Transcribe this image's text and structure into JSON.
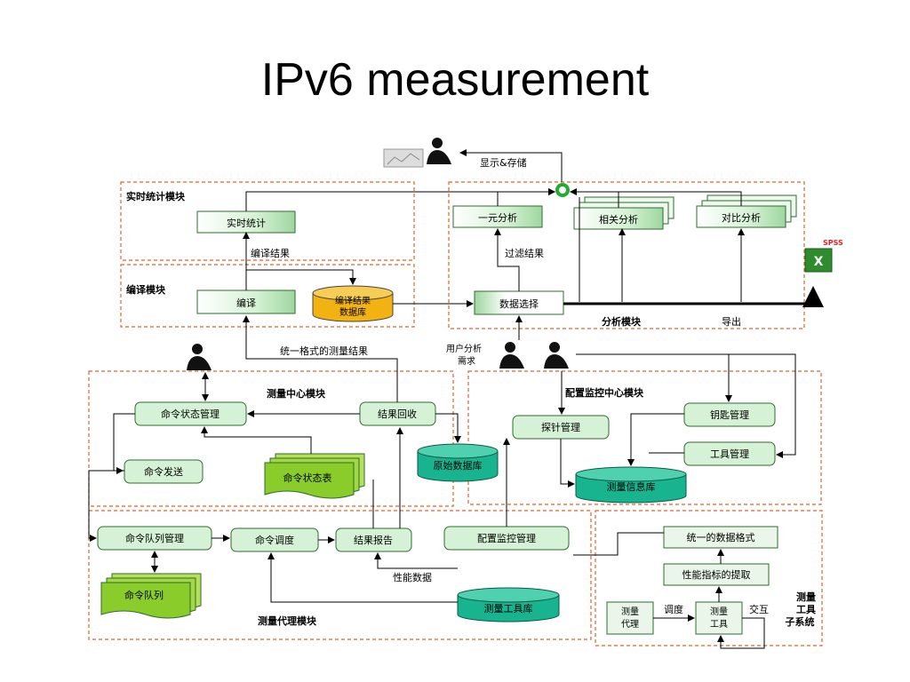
{
  "slide": {
    "title": "IPv6 measurement"
  },
  "regions": {
    "realtime": "实时统计模块",
    "compile": "编译模块",
    "analysis": "分析模块",
    "center": "测量中心模块",
    "config_center": "配置监控中心模块",
    "agent": "测量代理模块",
    "tools_subsystem": "测量工具子系统"
  },
  "nodes": {
    "realtime_stats": "实时统计",
    "compile": "编译",
    "compile_db": "编译结果数据库",
    "univariate": "一元分析",
    "correlation": "相关分析",
    "comparison": "对比分析",
    "data_select": "数据选择",
    "cmd_state_mgmt": "命令状态管理",
    "result_recover": "结果回收",
    "cmd_send": "命令发送",
    "cmd_state_table": "命令状态表",
    "raw_db": "原始数据库",
    "probe_mgmt": "探针管理",
    "key_mgmt": "钥匙管理",
    "tool_mgmt": "工具管理",
    "measure_info_db": "测量信息库",
    "cmd_queue_mgmt": "命令队列管理",
    "cmd_schedule": "命令调度",
    "result_report": "结果报告",
    "config_monitor_mgmt": "配置监控管理",
    "cmd_queue": "命令队列",
    "measure_tool_db": "测量工具库",
    "unified_format": "统一的数据格式",
    "perf_metric": "性能指标的提取",
    "measure_agent": "测量代理",
    "measure_tool": "测量工具"
  },
  "edge_labels": {
    "display_store": "显示&存储",
    "compile_result": "编译结果",
    "filter_result": "过滤结果",
    "unified_result": "统一格式的测量结果",
    "user_request": "用户分析需求",
    "export": "导出",
    "perf_data": "性能数据",
    "dispatch": "调度",
    "interact": "交互"
  },
  "spss_label": "SPSS",
  "colors": {
    "region_border": "#e0652a",
    "box_green": "#d6f2d6",
    "box_border": "#2f6b2f",
    "db_teal": "#18b38f",
    "db_orange": "#f2b211",
    "queue_green": "#8acd2a",
    "ring_green": "#22aa33"
  }
}
